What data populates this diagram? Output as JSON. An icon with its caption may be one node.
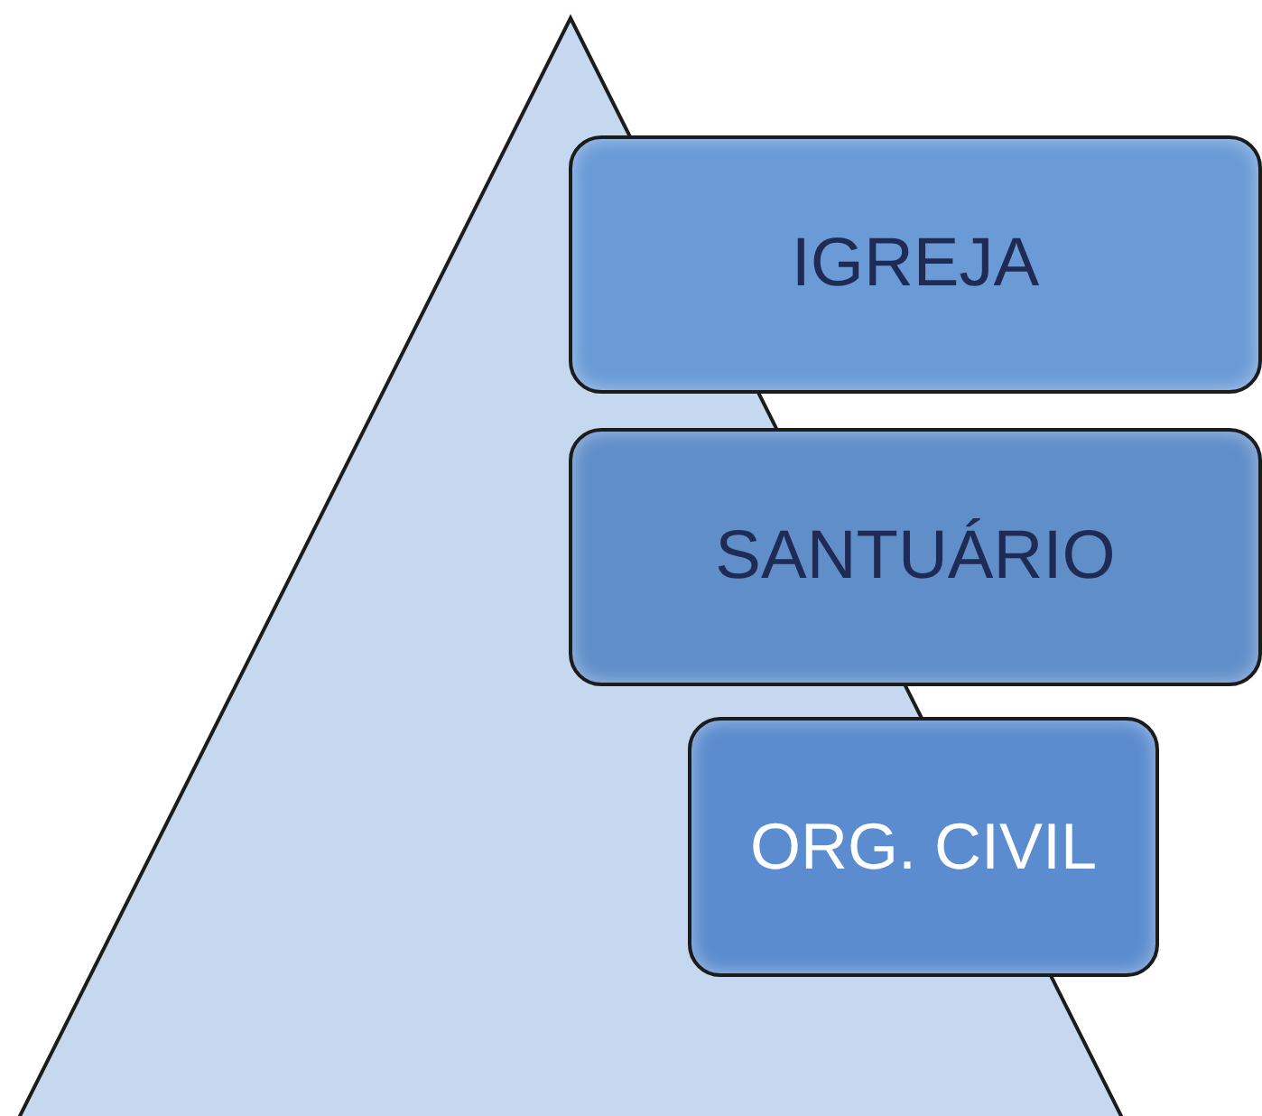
{
  "diagram": {
    "nodes": [
      {
        "text": [
          "IGREJA"
        ]
      },
      {
        "text": [
          "SANTUÁRIO"
        ]
      },
      {
        "text": [
          "ORG. CIVIL"
        ]
      }
    ]
  }
}
